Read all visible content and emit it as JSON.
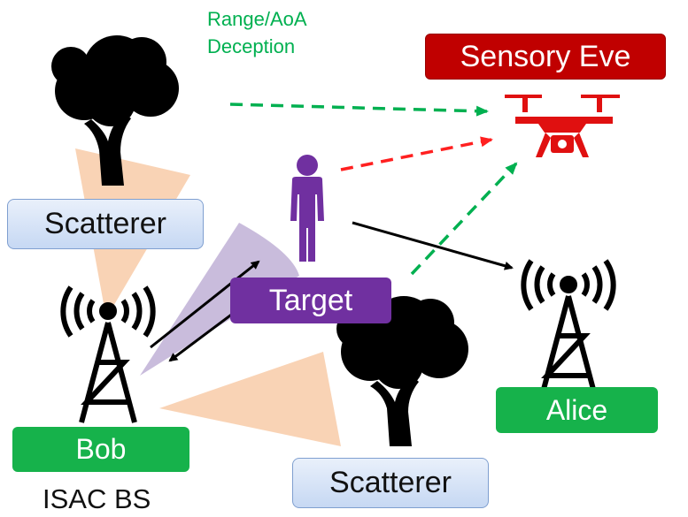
{
  "annotation": {
    "line1": "Range/AoA",
    "line2": "Deception"
  },
  "labels": {
    "sensory_eve": "Sensory Eve",
    "scatterer_left": "Scatterer",
    "scatterer_bottom": "Scatterer",
    "target": "Target",
    "bob": "Bob",
    "alice": "Alice",
    "isac_bs": "ISAC BS"
  },
  "colors": {
    "green_label": "#16b24b",
    "green_dashed": "#00b050",
    "red_label": "#c00000",
    "red_dashed": "#ff2020",
    "purple": "#7030a0",
    "beam_orange": "#f8cba8",
    "beam_purple": "#b7a6d0",
    "scatterer_fill": "#dbe6f8"
  },
  "icons": [
    "tree-icon",
    "tree-icon",
    "person-icon",
    "drone-icon",
    "cell-tower-icon",
    "cell-tower-icon"
  ]
}
